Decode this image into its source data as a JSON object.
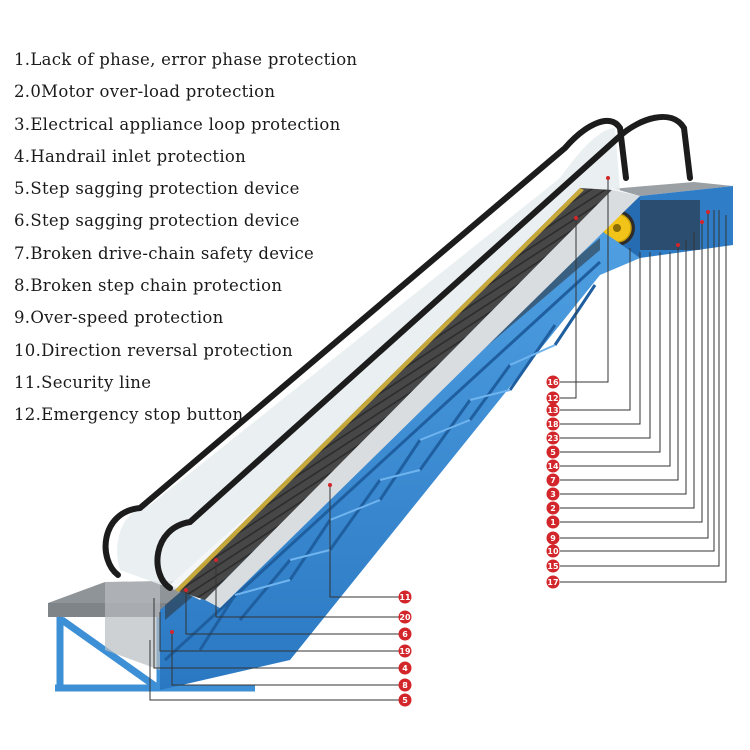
{
  "legend": [
    "1.Lack of phase, error phase protection",
    "2.0Motor over-load protection",
    "3.Electrical appliance loop protection",
    "4.Handrail inlet protection",
    "5.Step sagging protection device",
    "6.Step sagging protection device",
    "7.Broken drive-chain safety device",
    "8.Broken step chain protection",
    "9.Over-speed protection",
    "10.Direction reversal protection",
    "11.Security line",
    "12.Emergency stop button"
  ],
  "right_callouts": [
    "16",
    "12",
    "13",
    "18",
    "23",
    "5",
    "14",
    "7",
    "3",
    "2",
    "1",
    "9",
    "10",
    "15",
    "17"
  ],
  "bottom_callouts": [
    "11",
    "20",
    "6",
    "19",
    "4",
    "8",
    "5"
  ],
  "colors": {
    "frame": "#3d8fd6",
    "frame_dark": "#2466a8",
    "glass": "#e9eef1",
    "steps": "#4a4a4a",
    "handrail": "#1c1c1c",
    "badge": "#d2262a",
    "motor": "#f2c318"
  }
}
